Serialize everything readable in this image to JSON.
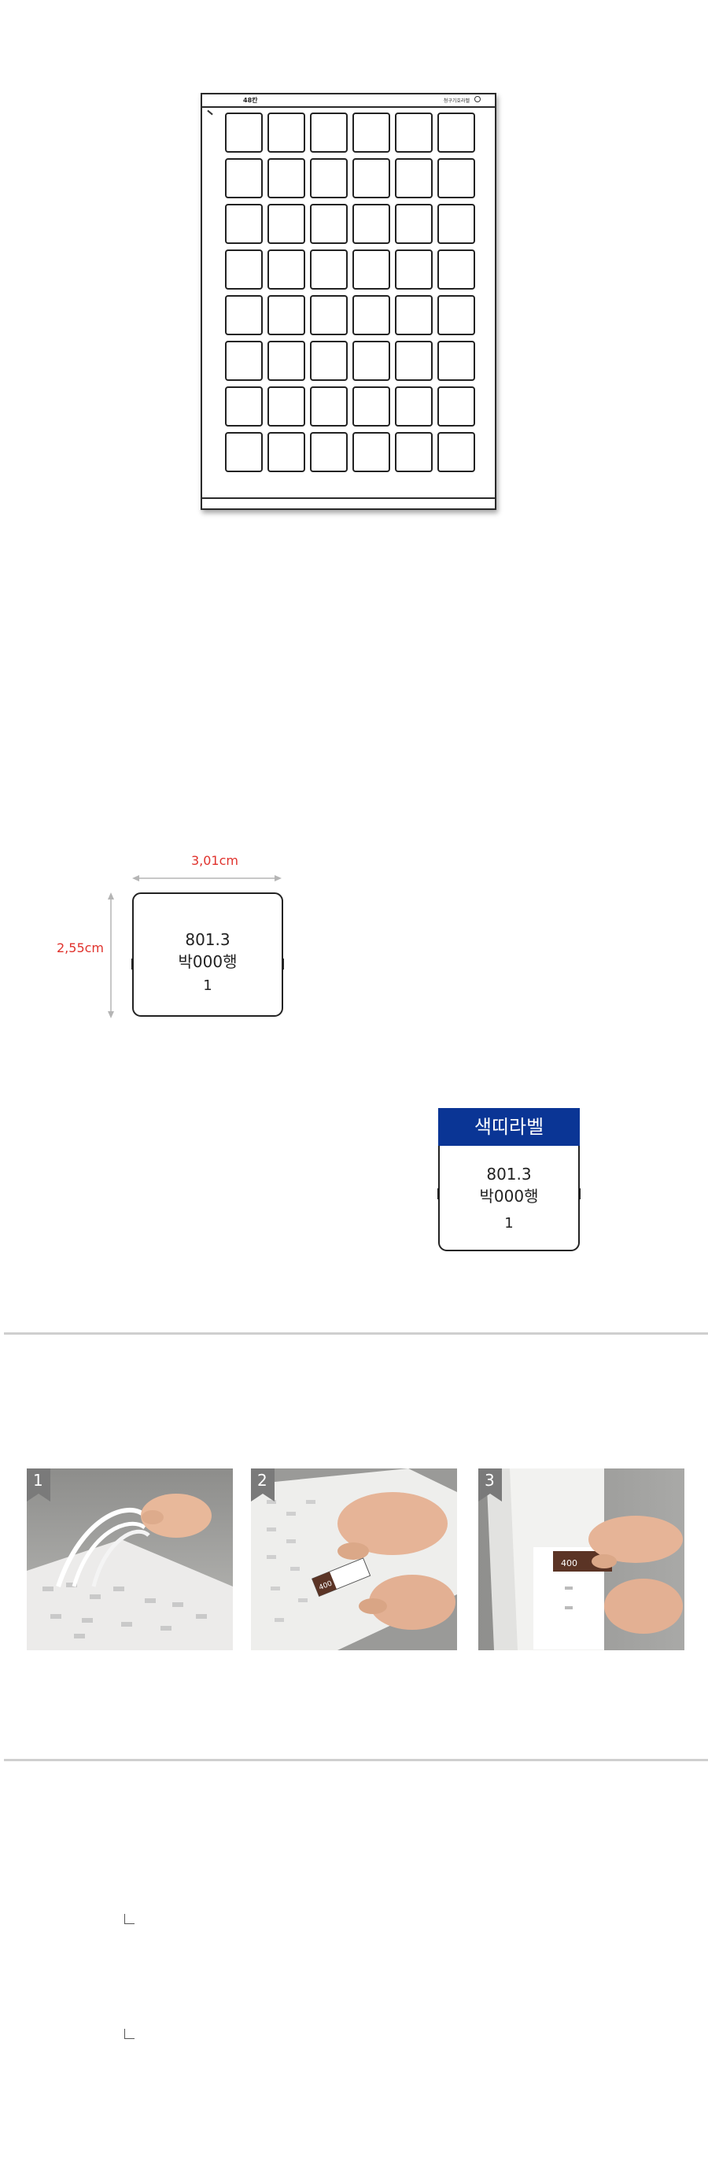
{
  "sheet": {
    "count_label": "48칸",
    "brand_label": "청구기호라벨",
    "columns": 6,
    "rows": 8
  },
  "dimension_label": {
    "width": "3,01cm",
    "height": "2,55cm",
    "line1": "801.3",
    "line2": "박000행",
    "line3": "1"
  },
  "band_label": {
    "header": "색띠라벨",
    "header_color": "#0a3595",
    "line1": "801.3",
    "line2": "박000행",
    "line3": "1"
  },
  "steps": [
    {
      "number": "1"
    },
    {
      "number": "2"
    },
    {
      "number": "3"
    }
  ],
  "step_labels": {
    "step2_sticker": "400",
    "step3_sticker": "400"
  },
  "colors": {
    "dimension_text": "#e0322c",
    "divider": "#cfcfcf",
    "badge": "#7a7a7a"
  }
}
